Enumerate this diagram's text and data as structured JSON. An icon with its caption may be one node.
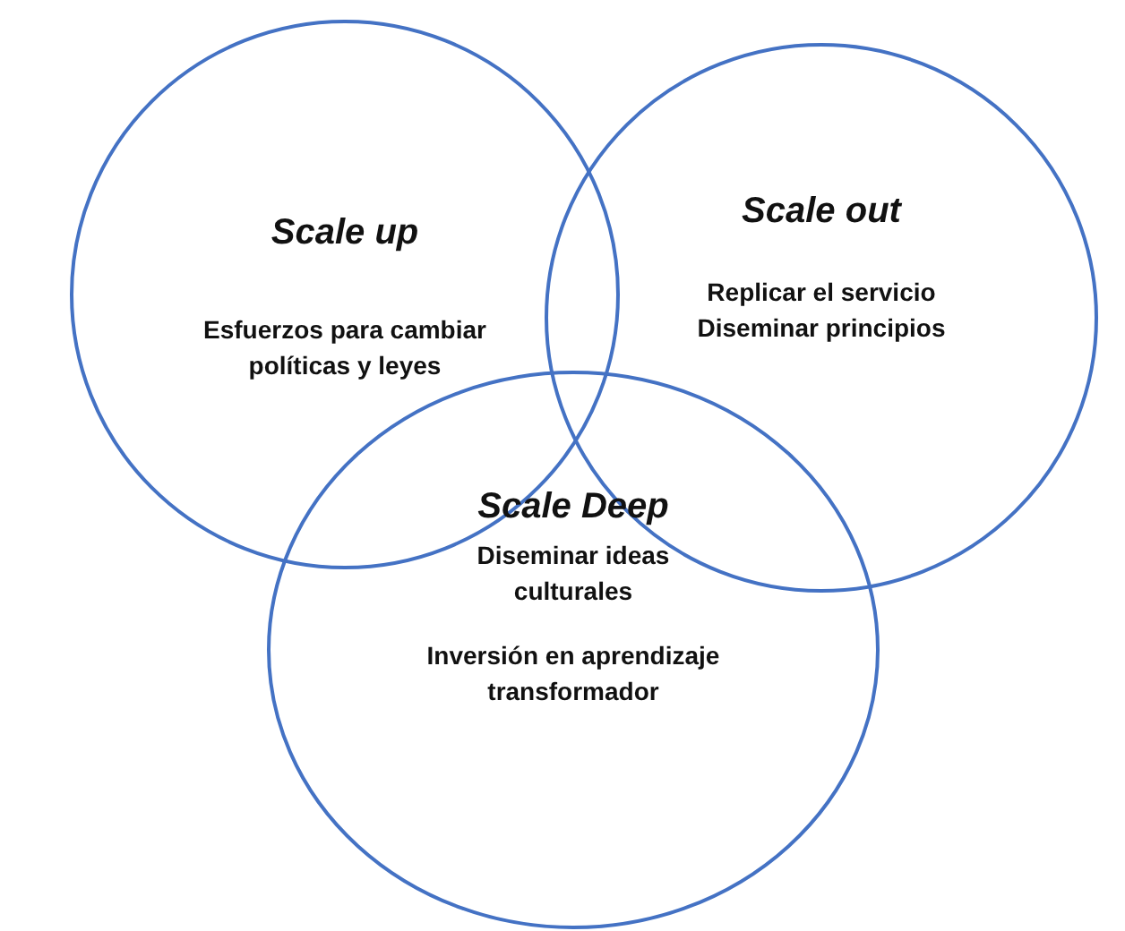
{
  "diagram": {
    "nodes": [
      {
        "text": [
          "Scale up",
          "Esfuerzos para cambiar políticas y leyes"
        ]
      },
      {
        "text": [
          "Scale out",
          "Replicar el servicio Diseminar principios"
        ]
      },
      {
        "text": [
          "Scale Deep",
          "Diseminar ideas culturales",
          "Inversión en aprendizaje transformador"
        ]
      }
    ]
  }
}
